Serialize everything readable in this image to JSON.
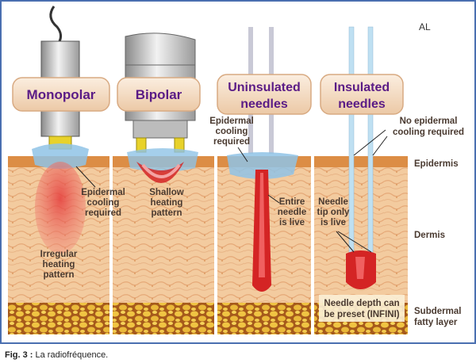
{
  "figure": {
    "initials": "AL",
    "columns": [
      {
        "id": "monopolar",
        "label_lines": [
          "Monopolar"
        ]
      },
      {
        "id": "bipolar",
        "label_lines": [
          "Bipolar"
        ]
      },
      {
        "id": "uninsulated",
        "label_lines": [
          "Uninsulated",
          "needles"
        ]
      },
      {
        "id": "insulated",
        "label_lines": [
          "Insulated",
          "needles"
        ]
      }
    ],
    "annotations": {
      "epidermal_cooling_required_mono": [
        "Epidermal",
        "cooling",
        "required"
      ],
      "irregular_heating": [
        "Irregular",
        "heating",
        "pattern"
      ],
      "shallow_heating": [
        "Shallow",
        "heating",
        "pattern"
      ],
      "epidermal_cooling_required_unins": [
        "Epidermal",
        "cooling",
        "required"
      ],
      "entire_needle_live": [
        "Entire",
        "needle",
        "is live"
      ],
      "no_epidermal_cooling": [
        "No epidermal",
        "cooling required"
      ],
      "needle_tip_live": [
        "Needle",
        "tip only",
        "is live"
      ],
      "needle_depth_preset": [
        "Needle depth can",
        "be preset (INFINI)"
      ]
    },
    "layers": {
      "epidermis": "Epidermis",
      "dermis": "Dermis",
      "subdermal": [
        "Subdermal",
        "fatty layer"
      ]
    },
    "colors": {
      "label_fill": "#f4dcc4",
      "label_text": "#5a1b86",
      "border_blue": "#5d7fb6",
      "epidermis": "#d98a3e",
      "dermis": "#f2c79a",
      "fat": "#e0b23c",
      "heat_red": "#d42424",
      "cooling_blue": "#8fc3e6"
    }
  },
  "caption": {
    "label": "Fig. 3 :",
    "text": " La radiofréquence."
  }
}
